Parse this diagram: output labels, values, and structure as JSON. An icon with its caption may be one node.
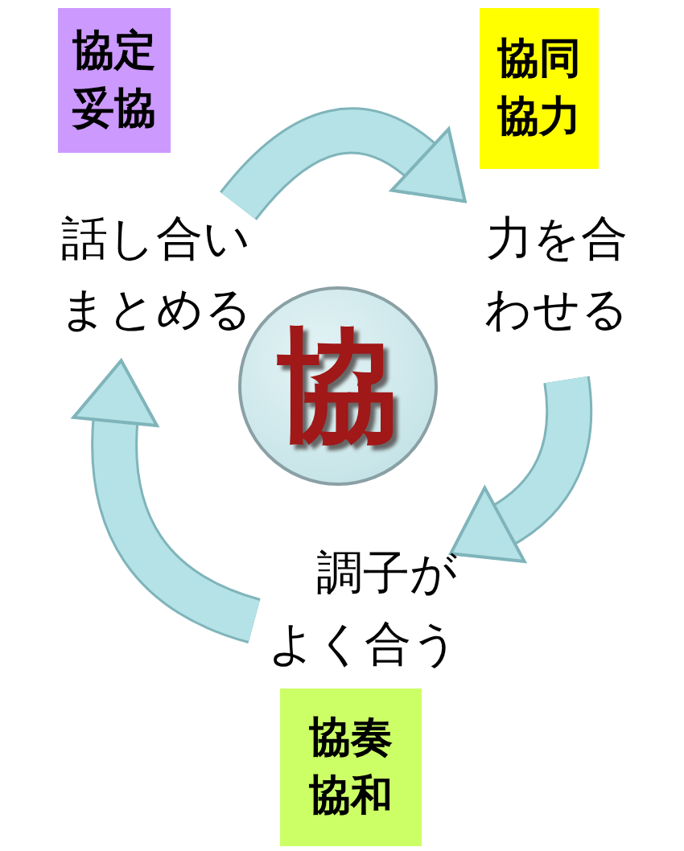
{
  "diagram": {
    "nodes": [
      {
        "text": [
          "協定",
          "妥協"
        ]
      },
      {
        "text": [
          "協同",
          "協力"
        ]
      },
      {
        "text": [
          "話し合いまとめる"
        ]
      },
      {
        "text": [
          "力を合わせる"
        ]
      },
      {
        "text": [
          "協"
        ]
      },
      {
        "text": [
          "調子がよく合う"
        ]
      },
      {
        "text": [
          "協奏",
          "協和"
        ]
      }
    ],
    "edges": [
      {
        "from": 2,
        "to": 3,
        "arrow": "to"
      },
      {
        "from": 3,
        "to": 5,
        "arrow": "to"
      },
      {
        "from": 5,
        "to": 2,
        "arrow": "to"
      }
    ]
  }
}
